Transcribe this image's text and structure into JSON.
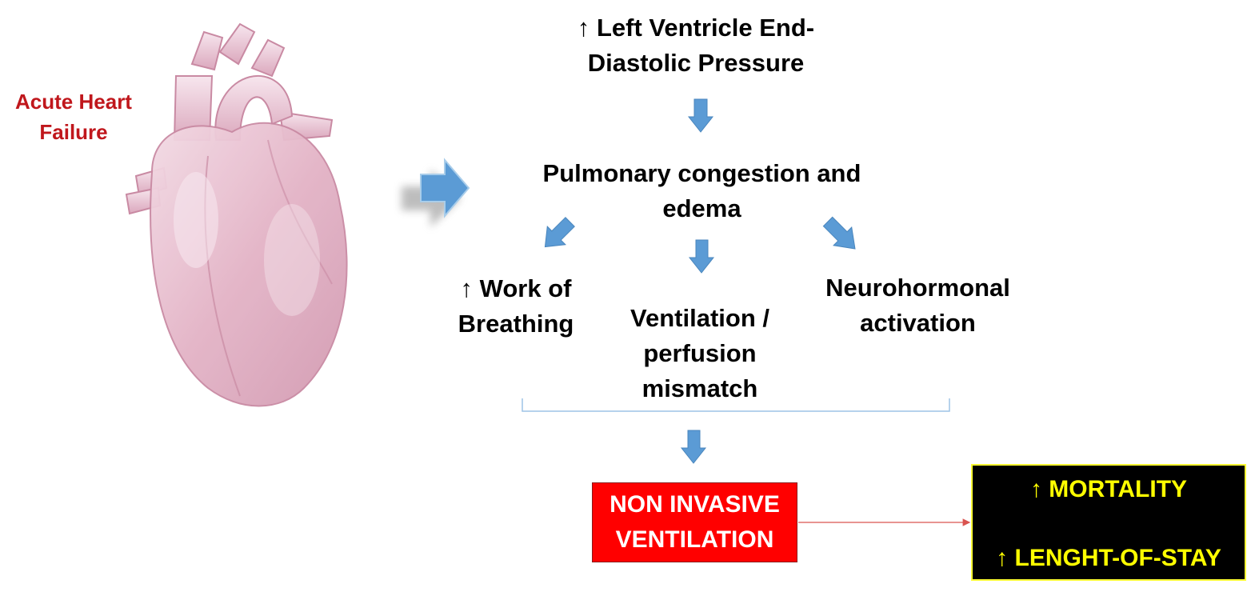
{
  "diagram": {
    "heart_label": "Acute Heart\nFailure",
    "nodes": {
      "lvedp": "↑ Left Ventricle End-\nDiastolic Pressure",
      "pulmonary": "Pulmonary congestion and\nedema",
      "work_breathing": "↑ Work of\nBreathing",
      "vq_mismatch": "Ventilation /\nperfusion\nmismatch",
      "neurohormonal": "Neurohormonal\nactivation",
      "niv": "NON INVASIVE\nVENTILATION"
    },
    "outcomes": {
      "mortality": "↑ MORTALITY",
      "length_of_stay": "↑ LENGHT-OF-STAY"
    },
    "colors": {
      "heart_label": "#c0171c",
      "arrow": "#5b9bd5",
      "niv_box": "#ff0000",
      "outcome_box": "#000000",
      "outcome_text": "#ffff00",
      "bracket": "#9dc3e6",
      "connector": "#d9534f"
    }
  }
}
